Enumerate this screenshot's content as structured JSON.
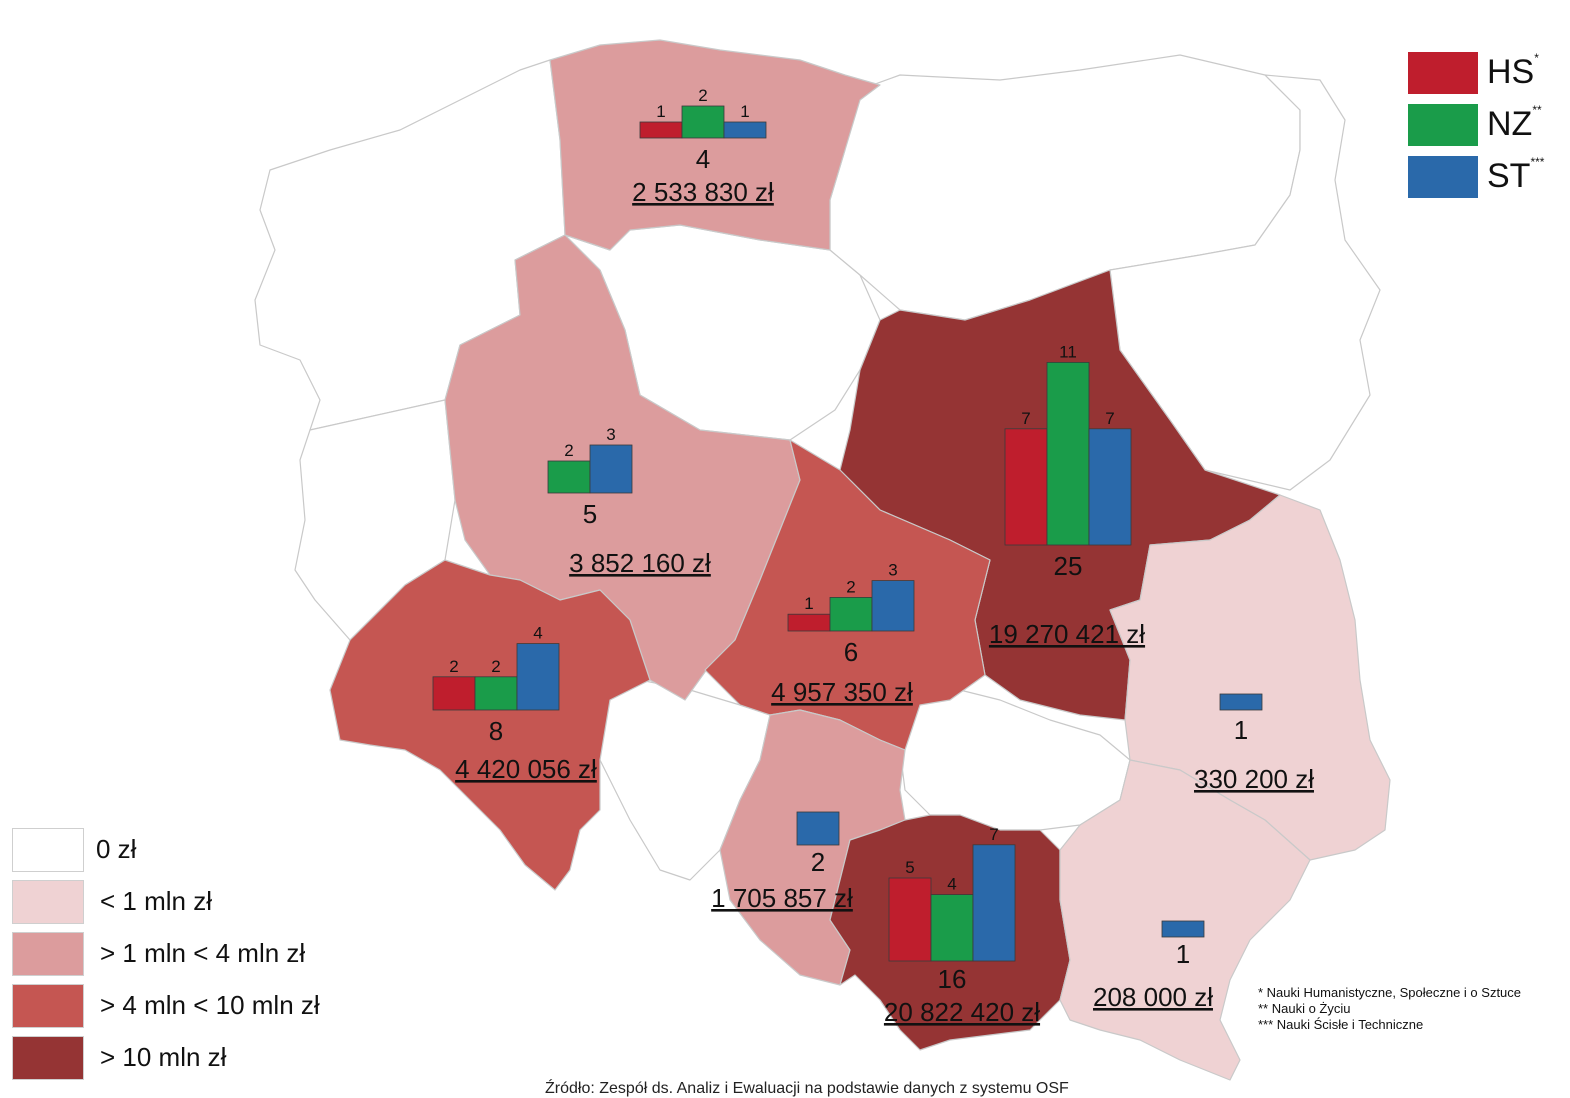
{
  "colors": {
    "hs": "#bf1e2d",
    "nz": "#1a9c4a",
    "st": "#2a69aa",
    "level_0": "#ffffff",
    "level_1": "#efd2d3",
    "level_2": "#dc9c9d",
    "level_3": "#c55652",
    "level_4": "#953434"
  },
  "series_legend": [
    {
      "label": "HS",
      "mark": "*"
    },
    {
      "label": "NZ",
      "mark": "**"
    },
    {
      "label": "ST",
      "mark": "***"
    }
  ],
  "amount_legend": [
    {
      "label": "0 zł"
    },
    {
      "label": "< 1 mln zł"
    },
    {
      "label": "> 1 mln < 4 mln zł"
    },
    {
      "label": "> 4 mln < 10 mln zł"
    },
    {
      "label": "> 10 mln zł"
    }
  ],
  "footnotes": [
    "* Nauki Humanistyczne, Społeczne i o Sztuce",
    "** Nauki o Życiu",
    "*** Nauki Ścisłe i Techniczne"
  ],
  "source": "Źródło: Zespół ds. Analiz i Ewaluacji na podstawie danych z systemu OSF",
  "regions": [
    {
      "id": "pomorskie",
      "level": 2,
      "hs": 1,
      "nz": 2,
      "st": 1,
      "total": "4",
      "amount": "2 533 830 zł"
    },
    {
      "id": "wielkopolskie",
      "level": 2,
      "hs": 0,
      "nz": 2,
      "st": 3,
      "total": "5",
      "amount": "3 852 160 zł"
    },
    {
      "id": "mazowieckie",
      "level": 4,
      "hs": 7,
      "nz": 11,
      "st": 7,
      "total": "25",
      "amount": "19 270 421 zł"
    },
    {
      "id": "dolnoslaskie",
      "level": 3,
      "hs": 2,
      "nz": 2,
      "st": 4,
      "total": "8",
      "amount": "4 420 056 zł"
    },
    {
      "id": "lodzkie",
      "level": 3,
      "hs": 1,
      "nz": 2,
      "st": 3,
      "total": "6",
      "amount": "4 957 350 zł"
    },
    {
      "id": "lubelskie",
      "level": 1,
      "hs": 0,
      "nz": 0,
      "st": 1,
      "total": "1",
      "amount": "330 200 zł"
    },
    {
      "id": "slaskie",
      "level": 2,
      "hs": 0,
      "nz": 0,
      "st": 2,
      "total": "2",
      "amount": "1 705 857 zł"
    },
    {
      "id": "malopolskie",
      "level": 4,
      "hs": 5,
      "nz": 4,
      "st": 7,
      "total": "16",
      "amount": "20 822 420 zł"
    },
    {
      "id": "podkarpackie",
      "level": 1,
      "hs": 0,
      "nz": 0,
      "st": 1,
      "total": "1",
      "amount": "208 000 zł"
    }
  ]
}
